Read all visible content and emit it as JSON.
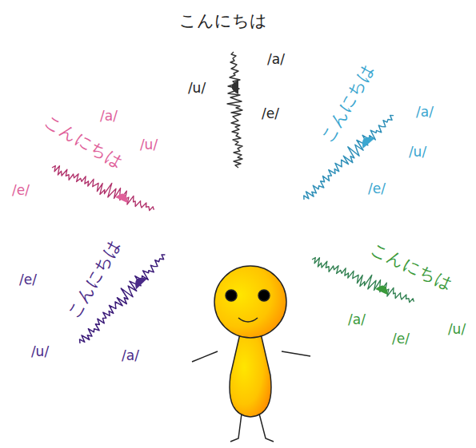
{
  "diagram": {
    "labels": [
      "こんにちは",
      "/a/",
      "/u/",
      "/e/",
      "こんにちは",
      "/a/",
      "/u/",
      "/e/",
      "こんにちは",
      "/a/",
      "/u/",
      "/e/",
      "こんにちは",
      "/e/",
      "/u/",
      "/a/",
      "こんにちは",
      "/a/",
      "/e/",
      "/u/"
    ]
  }
}
